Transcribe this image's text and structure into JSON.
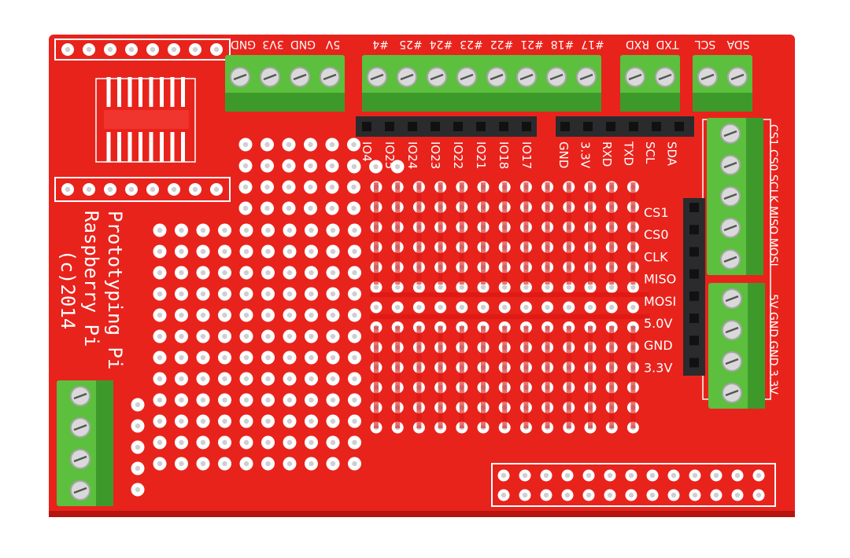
{
  "board": {
    "colors": {
      "pcb": "#e8231c",
      "trace": "#d81410",
      "terminal": "#5cbf3e",
      "terminal_dark": "#3d9a2a",
      "header": "#2b2b2e",
      "pad": "#ffffff"
    },
    "title_lines": [
      "Prototyping Pi",
      "Raspberry Pi",
      "(c)2014"
    ]
  },
  "top_labels": {
    "power": [
      "5V",
      "GND",
      "3V3",
      "GND"
    ],
    "gpio": [
      "#17",
      "#18",
      "#21",
      "#22",
      "#23",
      "#24",
      "#25",
      "#4"
    ],
    "uart": [
      "TXD",
      "RXD"
    ],
    "i2c": [
      "SDA",
      "SCL"
    ]
  },
  "header_labels": {
    "gpio": [
      "IO4",
      "IO25",
      "IO24",
      "IO23",
      "IO22",
      "IO21",
      "IO18",
      "IO17"
    ],
    "misc": [
      "GND",
      "3.3V",
      "RXD",
      "TXD",
      "SCL",
      "SDA"
    ]
  },
  "spi_header_labels": [
    "CS1",
    "CS0",
    "CLK",
    "MISO",
    "MOSI",
    "5.0V",
    "GND",
    "3.3V"
  ],
  "right_labels": {
    "spi": [
      "CS1",
      "CS0",
      "SCLK",
      "MISO",
      "MOSI"
    ],
    "power": [
      "5V",
      "GND",
      "GND",
      "3.3V"
    ]
  }
}
